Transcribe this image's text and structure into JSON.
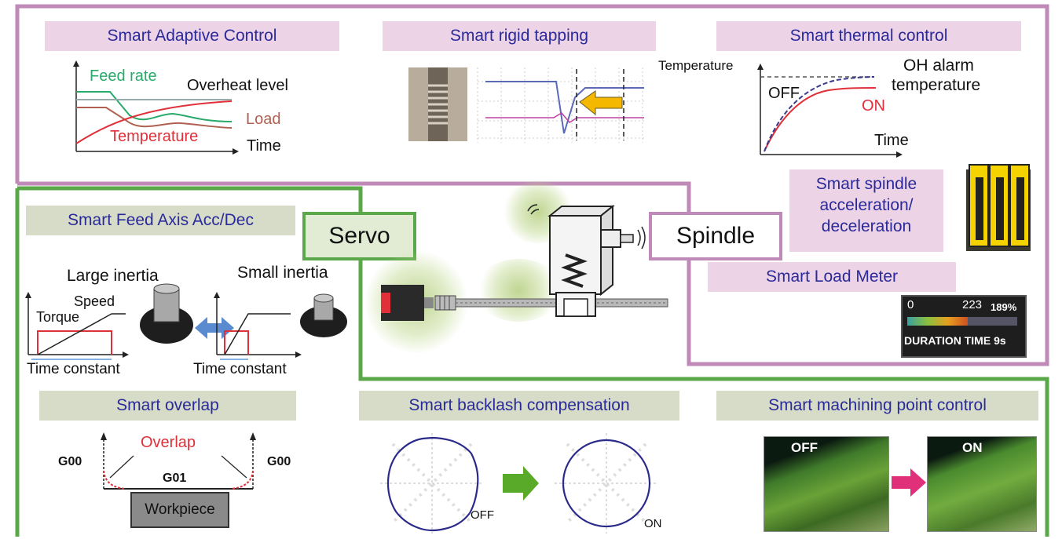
{
  "colors": {
    "spindle_border": "#c08ab8",
    "servo_border": "#5aa84a",
    "title_text": "#2a2a9a",
    "accent_red": "#e0303a",
    "accent_green": "#2aaa6a"
  },
  "center": {
    "servo_label": "Servo",
    "spindle_label": "Spindle"
  },
  "adaptive": {
    "title": "Smart Adaptive Control",
    "feed_rate": "Feed rate",
    "overheat": "Overheat level",
    "load": "Load",
    "temperature": "Temperature",
    "time": "Time"
  },
  "rigid_tapping": {
    "title": "Smart rigid tapping"
  },
  "thermal": {
    "title": "Smart thermal control",
    "temperature": "Temperature",
    "oh_alarm_1": "OH alarm",
    "oh_alarm_2": "temperature",
    "off": "OFF",
    "on": "ON",
    "time": "Time"
  },
  "spindle_accdec": {
    "line1": "Smart spindle",
    "line2": "acceleration/",
    "line3": "deceleration"
  },
  "load_meter": {
    "title": "Smart Load Meter",
    "zero": "0",
    "value": "223",
    "percent": "189%",
    "duration": "DURATION TIME 9s",
    "level_fraction": 0.55
  },
  "feed_axis": {
    "title": "Smart Feed Axis Acc/Dec",
    "large_inertia": "Large inertia",
    "small_inertia": "Small inertia",
    "speed": "Speed",
    "torque": "Torque",
    "time_constant_1": "Time constant",
    "time_constant_2": "Time constant"
  },
  "overlap": {
    "title": "Smart overlap",
    "overlap": "Overlap",
    "g00_left": "G00",
    "g00_right": "G00",
    "g01": "G01",
    "workpiece": "Workpiece"
  },
  "backlash": {
    "title": "Smart backlash compensation",
    "off": "OFF",
    "on": "ON"
  },
  "machining_point": {
    "title": "Smart machining point control",
    "off": "OFF",
    "on": "ON"
  }
}
